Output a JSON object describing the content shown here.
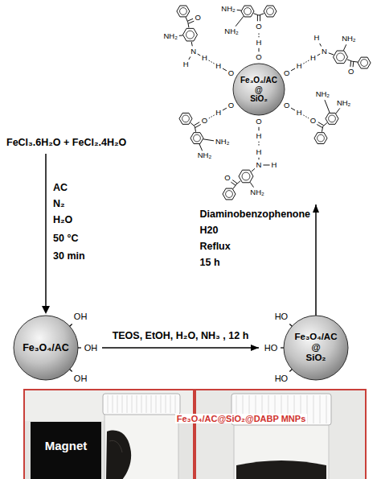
{
  "diagram": {
    "nodes": [
      {
        "text": [
          "Fe₃O₄/AC @ SiO₂"
        ]
      },
      {
        "text": [
          "Fe₃O₄/AC"
        ]
      },
      {
        "text": [
          "Fe₃O₄/AC @ SiO₂"
        ]
      },
      {
        "text": [
          "Magnet"
        ]
      }
    ],
    "edges": [
      {
        "from": 1,
        "to": 2,
        "arrow": "to",
        "label": "TEOS, EtOH, H₂O, NH₃ , 12 h"
      },
      {
        "from": 2,
        "to": 0,
        "arrow": "to"
      }
    ],
    "labels": [
      "FeCl₃.6H₂O + FeCl₂.4H₂O",
      "AC",
      "N₂",
      "H₂O",
      "50 °C",
      "30 min",
      "OH",
      "OH",
      "OH",
      "HO",
      "HO",
      "HO",
      "Diaminobenzophenone",
      "H20",
      "Reflux",
      "15 h",
      "O",
      "H",
      "O",
      "NH₂",
      "NH₂",
      "O",
      "H",
      "H",
      "N",
      "H",
      "NH₂",
      "O",
      "O",
      "H",
      "O",
      "NH₂",
      "NH₂",
      "O",
      "H",
      "H",
      "N",
      "H",
      "NH₂",
      "O",
      "O",
      "H",
      "O",
      "NH₂",
      "NH₂",
      "O",
      "H",
      "H",
      "N",
      "H",
      "NH₂",
      "O",
      "Fe₃O₄/AC@SiO₂@DABP MNPs"
    ]
  }
}
